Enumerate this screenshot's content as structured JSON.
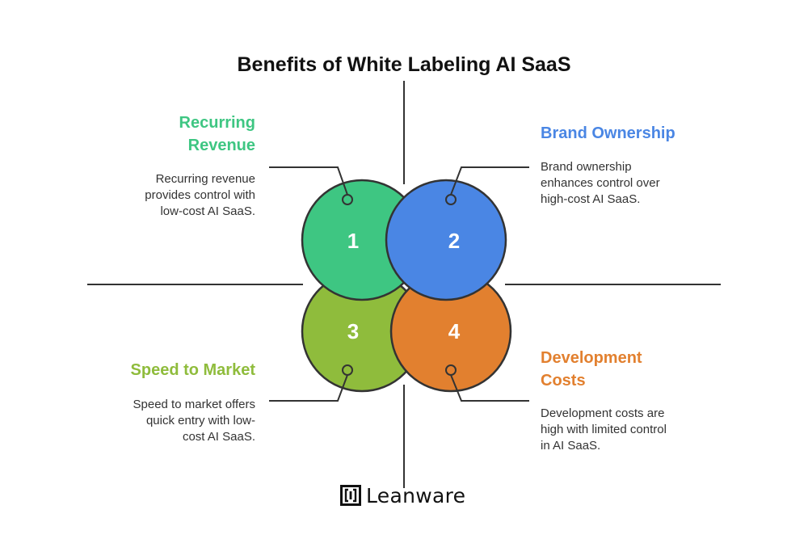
{
  "title": "Benefits of White Labeling AI SaaS",
  "colors": {
    "recurring_revenue": "#3ec682",
    "brand_ownership": "#4a86e4",
    "speed_to_market": "#8fbc3c",
    "development_costs": "#e2802f",
    "line": "#333333"
  },
  "quadrants": [
    {
      "number": "1",
      "heading_lines": [
        "Recurring",
        "Revenue"
      ],
      "description_lines": [
        "Recurring revenue",
        "provides control with",
        "low-cost AI SaaS."
      ]
    },
    {
      "number": "2",
      "heading_lines": [
        "Brand Ownership"
      ],
      "description_lines": [
        "Brand ownership",
        "enhances control over",
        "high-cost AI SaaS."
      ]
    },
    {
      "number": "3",
      "heading_lines": [
        "Speed to Market"
      ],
      "description_lines": [
        "Speed to market offers",
        "quick entry with low-",
        "cost AI SaaS."
      ]
    },
    {
      "number": "4",
      "heading_lines": [
        "Development",
        "Costs"
      ],
      "description_lines": [
        "Development costs are",
        "high with limited control",
        "in AI SaaS."
      ]
    }
  ],
  "logo": {
    "text": "Leanware",
    "icon": "leanware-logo-icon"
  }
}
